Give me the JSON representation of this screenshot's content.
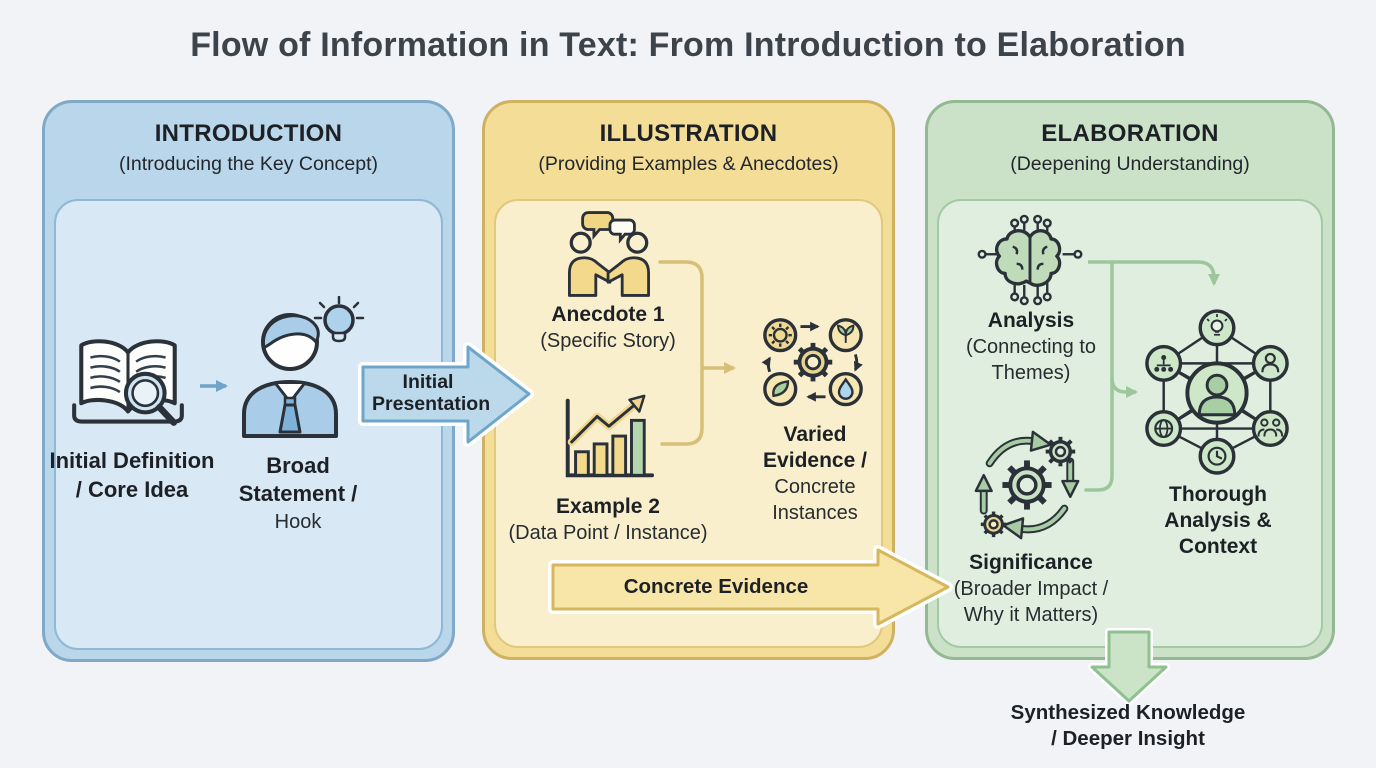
{
  "title": "Flow of Information in Text: From Introduction to Elaboration",
  "panels": {
    "introduction": {
      "title": "INTRODUCTION",
      "subtitle": "(Introducing the Key Concept)",
      "definition": {
        "line1": "Initial Definition",
        "line2": "/ Core Idea"
      },
      "hook": {
        "line1": "Broad",
        "line2": "Statement /",
        "line3": "Hook"
      }
    },
    "illustration": {
      "title": "ILLUSTRATION",
      "subtitle": "(Providing Examples & Anecdotes)",
      "anecdote": {
        "title": "Anecdote 1",
        "subtitle": "(Specific Story)"
      },
      "example": {
        "title": "Example 2",
        "subtitle": "(Data Point / Instance)"
      },
      "varied": {
        "line1": "Varied",
        "line2": "Evidence /",
        "line3": "Concrete",
        "line4": "Instances"
      }
    },
    "elaboration": {
      "title": "ELABORATION",
      "subtitle": "(Deepening Understanding)",
      "analysis": {
        "title": "Analysis",
        "subtitle1": "(Connecting to",
        "subtitle2": "Themes)"
      },
      "significance": {
        "title": "Significance",
        "subtitle1": "(Broader Impact /",
        "subtitle2": "Why it Matters)"
      },
      "network": {
        "line1": "Thorough",
        "line2": "Analysis &",
        "line3": "Context"
      }
    }
  },
  "arrows": {
    "initial_presentation": "Initial Presentation",
    "concrete_evidence": "Concrete Evidence",
    "synthesized": {
      "line1": "Synthesized Knowledge",
      "line2": "/ Deeper Insight"
    }
  },
  "palette": {
    "background": "#f1f3f6",
    "title_text": "#3d434b",
    "outline_dark": "#2b3138",
    "blue_header": "#b9d6ea",
    "blue_body": "#d8e8f4",
    "blue_border": "#7fa9c6",
    "blue_accent": "#a9cde8",
    "yellow_header": "#f4dd96",
    "yellow_body": "#f9efcd",
    "yellow_border": "#cfb261",
    "yellow_accent": "#f0d584",
    "green_header": "#cbe2c9",
    "green_body": "#dfeede",
    "green_border": "#93b993",
    "green_accent": "#c0dcba",
    "connector_tan": "#d8bf78",
    "connector_green": "#9dc69b",
    "connector_blue": "#6fa3c8"
  }
}
